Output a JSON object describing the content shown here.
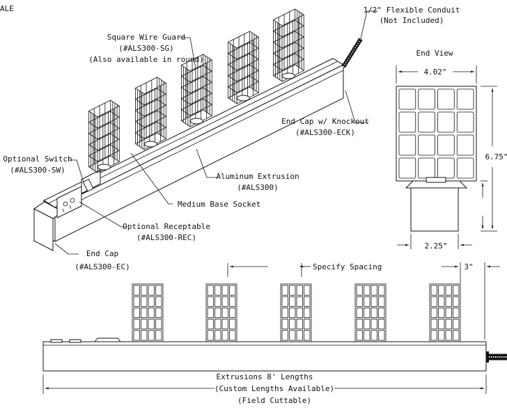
{
  "corner_text": "ALE",
  "callouts": {
    "conduit": [
      "1/2\" Flexible Conduit",
      "(Not Included)"
    ],
    "wire_guard": [
      "Square Wire Guard",
      "(#ALS300-SG)",
      "(Also available in round)"
    ],
    "end_cap_knockout": [
      "End Cap w/ Knockout",
      "(#ALS300-ECK)"
    ],
    "optional_switch": [
      "Optional Switch",
      "(#ALS300-SW)"
    ],
    "aluminum_extrusion": [
      "Aluminum Extrusion",
      "(#ALS300)"
    ],
    "medium_base_socket": [
      "Medium Base Socket"
    ],
    "optional_receptacle": [
      "Optional Receptable",
      "(#ALS300-REC)"
    ],
    "end_cap": [
      "End Cap",
      "(#ALS300-EC)"
    ]
  },
  "end_view": {
    "title": "End View",
    "width": "4.02\"",
    "height": "6.75\"",
    "base_width": "2.25\""
  },
  "side_view": {
    "spacing": "Specify Spacing",
    "end_offset": "3\"",
    "lengths": [
      "Extrusions 8' Lengths",
      "(Custom Lengths Available)",
      "(Field Cuttable)"
    ]
  }
}
